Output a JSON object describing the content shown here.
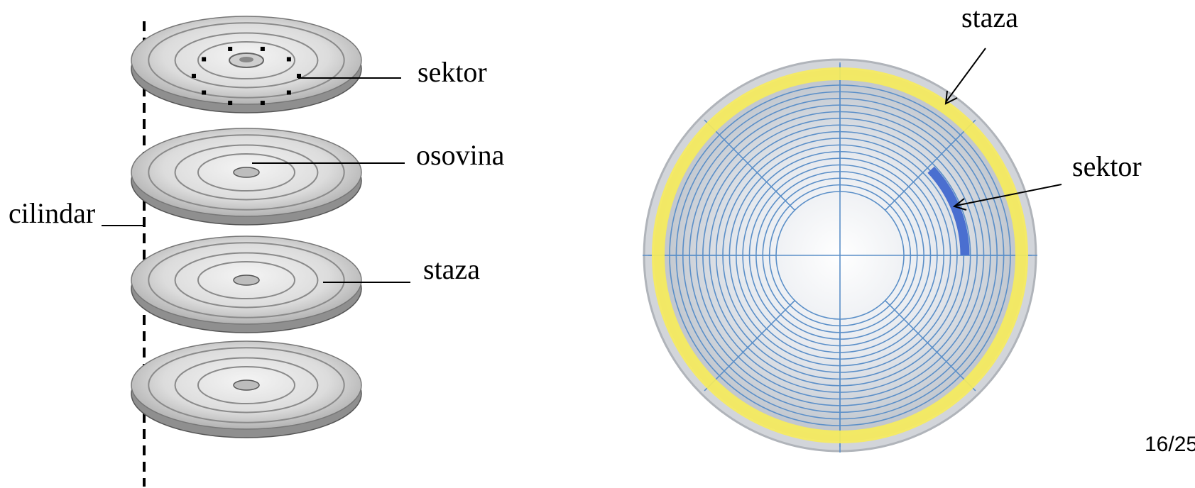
{
  "left_diagram": {
    "labels": {
      "sektor": "sektor",
      "osovina": "osovina",
      "staza": "staza",
      "cilindar": "cilindar"
    },
    "platter_count": 4
  },
  "right_diagram": {
    "labels": {
      "staza": "staza",
      "sektor": "sektor"
    },
    "colors": {
      "track_highlight": "#f7ec5a",
      "sector_highlight": "#4a6fd0",
      "grid_lines": "#5b8fc8"
    }
  },
  "page_number": "16/25"
}
